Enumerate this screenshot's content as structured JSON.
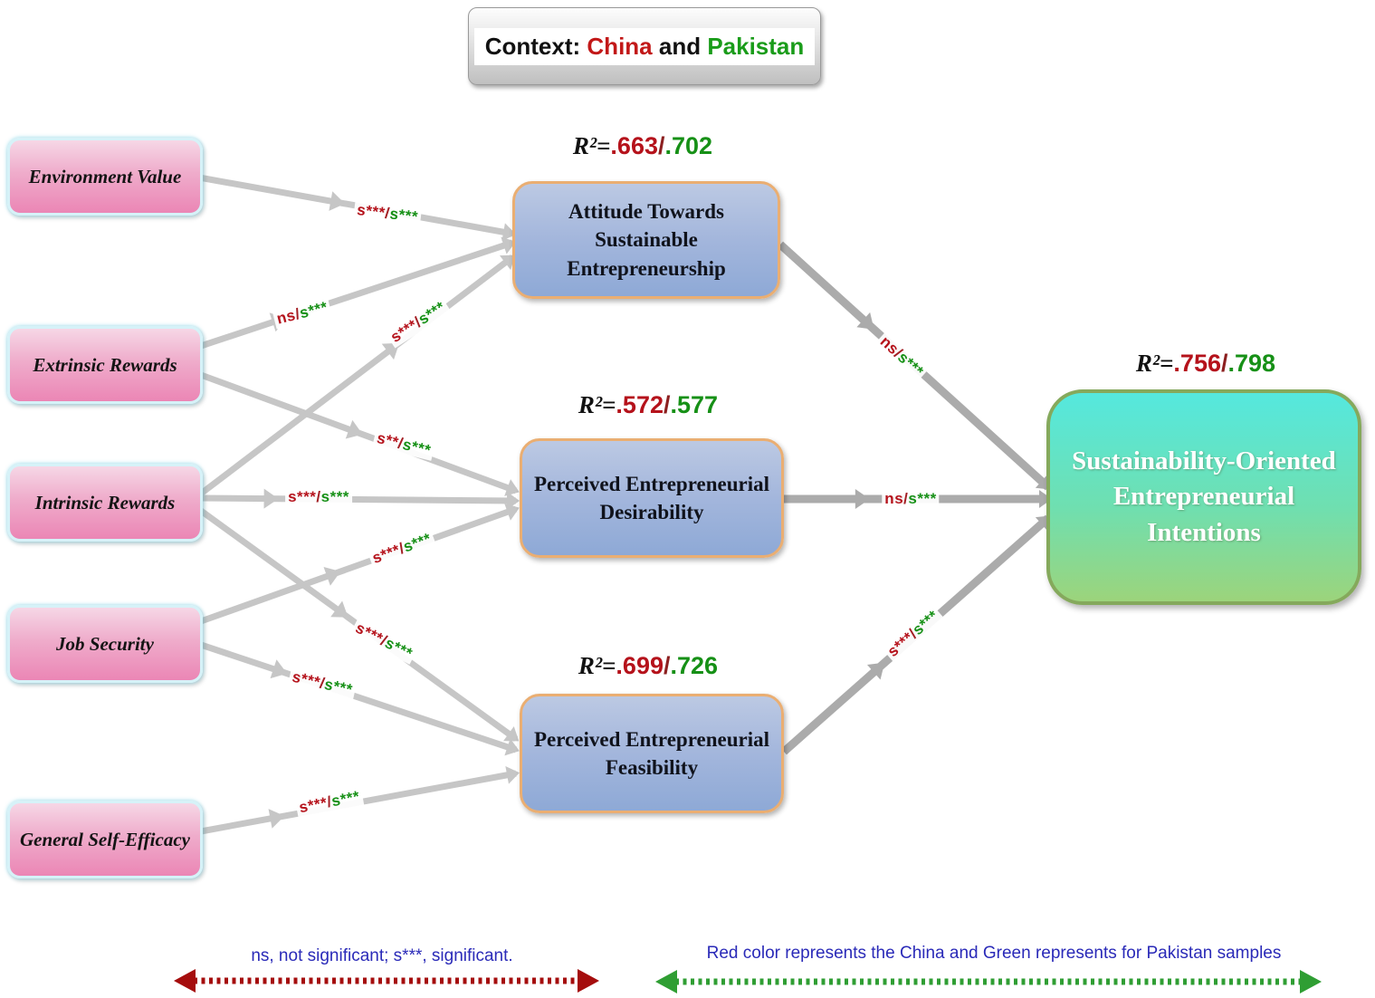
{
  "title": {
    "prefix": "Context: ",
    "china": "China",
    "conj": " and ",
    "pakistan": "Pakistan"
  },
  "misc": {
    "r2_prefix": "R²=",
    "slash": "/"
  },
  "left_constructs": [
    {
      "label": "Environment Value"
    },
    {
      "label": "Extrinsic Rewards"
    },
    {
      "label": "Intrinsic Rewards"
    },
    {
      "label": "Job Security"
    },
    {
      "label": "General Self-Efficacy"
    }
  ],
  "mediators": [
    {
      "label": "Attitude Towards Sustainable Entrepreneurship",
      "r2_china": ".663",
      "r2_pakistan": ".702"
    },
    {
      "label": "Perceived Entrepreneurial Desirability",
      "r2_china": ".572",
      "r2_pakistan": ".577"
    },
    {
      "label": "Perceived Entrepreneurial Feasibility",
      "r2_china": ".699",
      "r2_pakistan": ".726"
    }
  ],
  "outcome": {
    "label": "Sustainability-Oriented Entrepreneurial Intentions",
    "r2_china": ".756",
    "r2_pakistan": ".798"
  },
  "paths": [
    {
      "from": "Environment Value",
      "to": "Attitude Towards Sustainable Entrepreneurship",
      "china": "s***",
      "pakistan": "s***"
    },
    {
      "from": "Extrinsic Rewards",
      "to": "Attitude Towards Sustainable Entrepreneurship",
      "china": "ns",
      "pakistan": "s***"
    },
    {
      "from": "Intrinsic Rewards",
      "to": "Attitude Towards Sustainable Entrepreneurship",
      "china": "s***",
      "pakistan": "s***"
    },
    {
      "from": "Extrinsic Rewards",
      "to": "Perceived Entrepreneurial Desirability",
      "china": "s**",
      "pakistan": "s***"
    },
    {
      "from": "Intrinsic Rewards",
      "to": "Perceived Entrepreneurial Desirability",
      "china": "s***",
      "pakistan": "s***"
    },
    {
      "from": "Intrinsic Rewards",
      "to": "Perceived Entrepreneurial Feasibility",
      "china": "s***",
      "pakistan": "s***"
    },
    {
      "from": "Job Security",
      "to": "Perceived Entrepreneurial Desirability",
      "china": "s***",
      "pakistan": "s***"
    },
    {
      "from": "Job Security",
      "to": "Perceived Entrepreneurial Feasibility",
      "china": "s***",
      "pakistan": "s***"
    },
    {
      "from": "General Self-Efficacy",
      "to": "Perceived Entrepreneurial Feasibility",
      "china": "s***",
      "pakistan": "s***"
    },
    {
      "from": "Attitude Towards Sustainable Entrepreneurship",
      "to": "Sustainability-Oriented Entrepreneurial Intentions",
      "china": "ns",
      "pakistan": "s***"
    },
    {
      "from": "Perceived Entrepreneurial Desirability",
      "to": "Sustainability-Oriented Entrepreneurial Intentions",
      "china": "ns",
      "pakistan": "s***"
    },
    {
      "from": "Perceived Entrepreneurial Feasibility",
      "to": "Sustainability-Oriented Entrepreneurial Intentions",
      "china": "s***",
      "pakistan": "s***"
    }
  ],
  "legend": {
    "significance": "ns, not significant; s***, significant.",
    "colors_note": "Red color represents the China and Green represents for Pakistan samples"
  },
  "colors": {
    "china": "#b5121b",
    "pakistan": "#169016",
    "arrow_gray": "#c6c6c6",
    "arrow_dark_gray": "#ababab",
    "legend_red": "#a50d0d",
    "legend_green": "#2f9e33"
  }
}
